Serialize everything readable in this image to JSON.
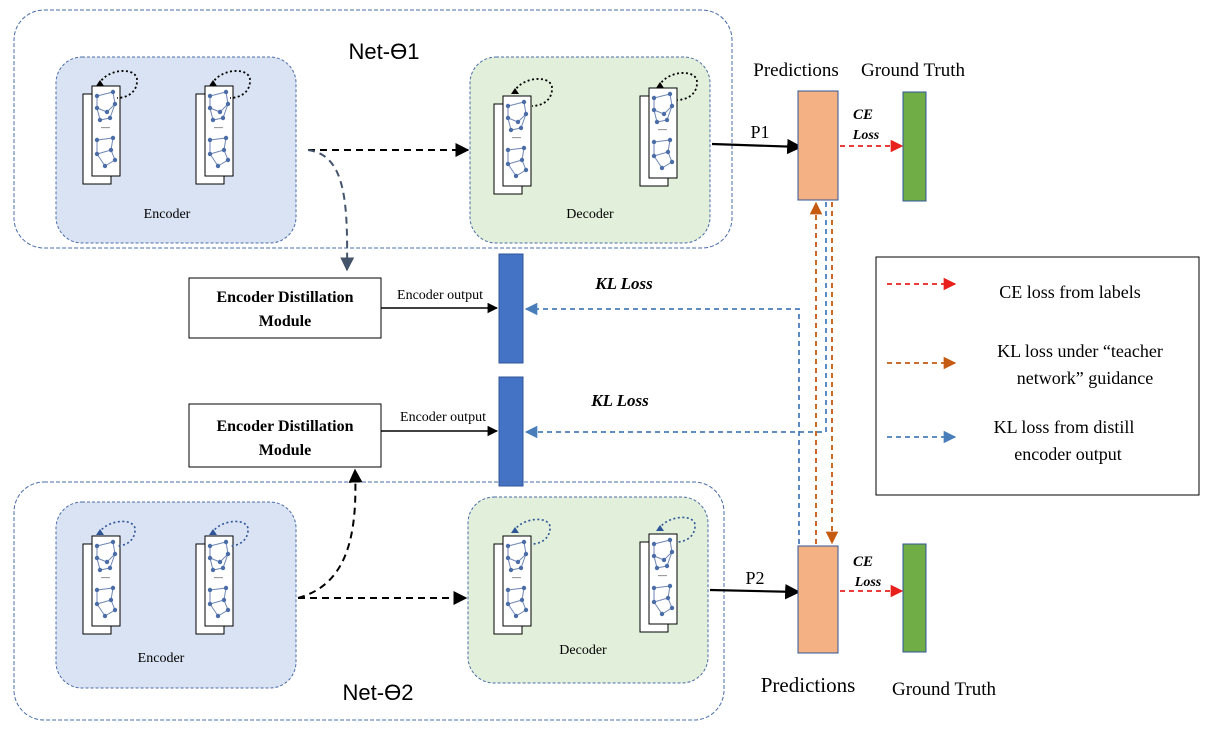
{
  "net1": {
    "title": "Net-Ө1",
    "encoder_label": "Encoder",
    "decoder_label": "Decoder",
    "output_label": "P1",
    "predictions_label": "Predictions",
    "ground_truth_label": "Ground Truth",
    "ce_line1": "CE",
    "ce_line2": "Loss"
  },
  "net2": {
    "title": "Net-Ө2",
    "encoder_label": "Encoder",
    "decoder_label": "Decoder",
    "output_label": "P2",
    "predictions_label": "Predictions",
    "ground_truth_label": "Ground Truth",
    "ce_line1": "CE",
    "ce_line2": "Loss"
  },
  "distill1": {
    "line1": "Encoder Distillation",
    "line2": "Module",
    "output_label": "Encoder output",
    "kl_label": "KL Loss"
  },
  "distill2": {
    "line1": "Encoder Distillation",
    "line2": "Module",
    "output_label": "Encoder output",
    "kl_label": "KL Loss"
  },
  "legend": {
    "ce": "CE loss from labels",
    "kl_teacher_line1": "KL  loss under “teacher",
    "kl_teacher_line2": "network”  guidance",
    "kl_distill_line1": "KL loss from distill",
    "kl_distill_line2": "encoder output"
  },
  "colors": {
    "encoder_fill": "#dae3f3",
    "decoder_fill": "#e2efda",
    "prediction_fill": "#f4b183",
    "ground_truth_fill": "#70ad47",
    "distill_output_fill": "#4472c4",
    "ce_arrow": "#e8201c",
    "kl_teacher_arrow": "#c55a11",
    "kl_distill_arrow": "#4a7ebb",
    "node": "#4a6da7"
  }
}
